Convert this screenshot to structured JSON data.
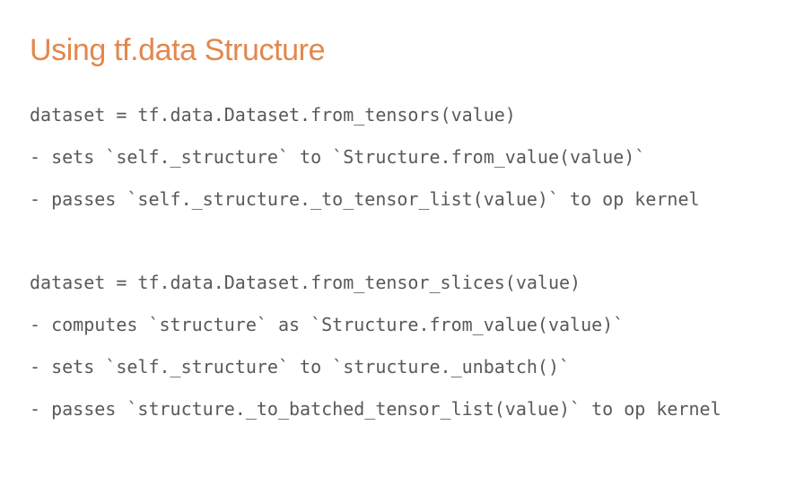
{
  "slide": {
    "title": "Using tf.data Structure",
    "blocks": [
      {
        "lines": [
          "dataset = tf.data.Dataset.from_tensors(value)",
          "- sets `self._structure` to `Structure.from_value(value)`",
          "- passes `self._structure._to_tensor_list(value)` to op kernel"
        ]
      },
      {
        "lines": [
          "dataset = tf.data.Dataset.from_tensor_slices(value)",
          "- computes `structure` as `Structure.from_value(value)`",
          "- sets `self._structure` to `structure._unbatch()`",
          "- passes `structure._to_batched_tensor_list(value)` to op kernel"
        ]
      }
    ],
    "colors": {
      "title": "#e3874d",
      "code_text": "#595959",
      "background": "#ffffff"
    }
  }
}
